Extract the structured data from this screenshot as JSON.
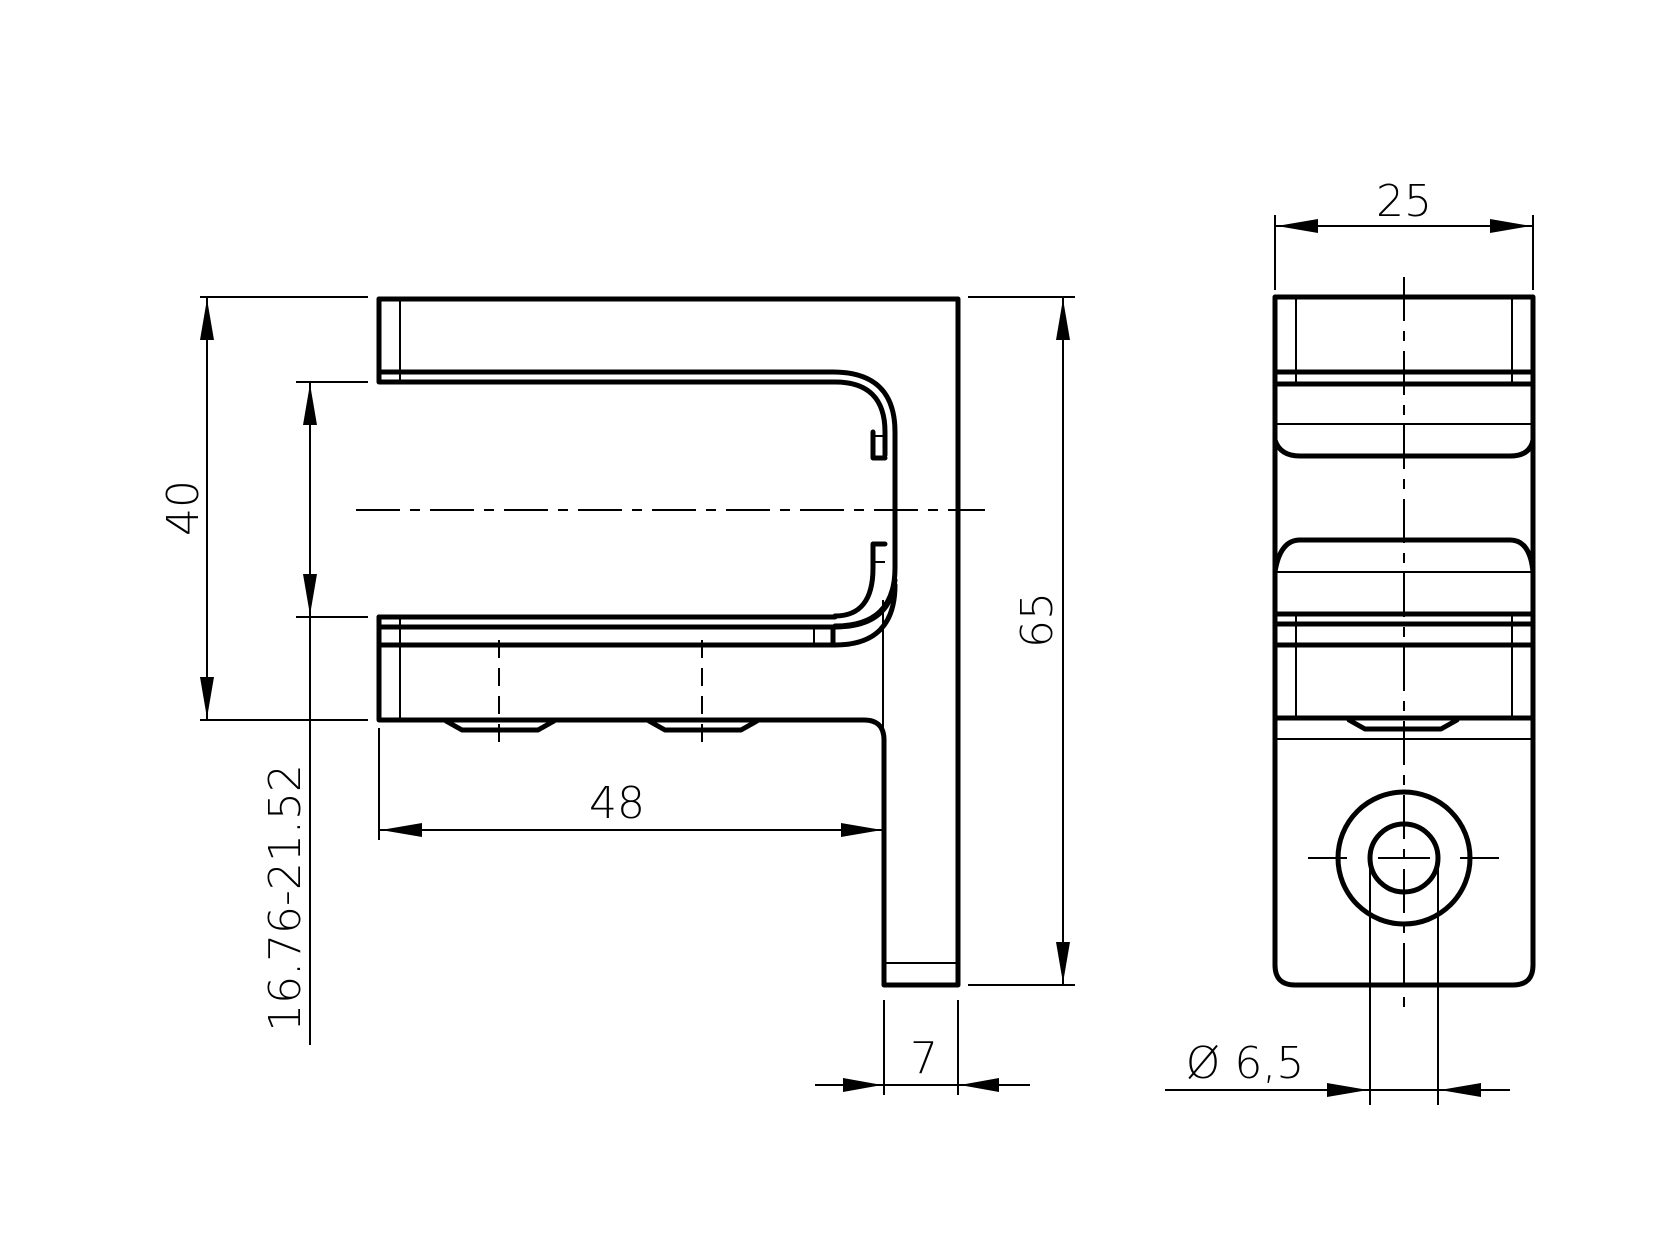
{
  "drawing": {
    "type": "technical-drawing",
    "subject": "bracket clamp",
    "views": [
      "front-view",
      "side-view"
    ],
    "line_color": "#000000",
    "background": "#ffffff"
  },
  "dimensions": {
    "height_overall": "65",
    "flange_height": "40",
    "clamp_range": "16.76-21.52",
    "depth": "48",
    "leg_thickness": "7",
    "width": "25",
    "hole_diameter": "Ø 6,5"
  }
}
